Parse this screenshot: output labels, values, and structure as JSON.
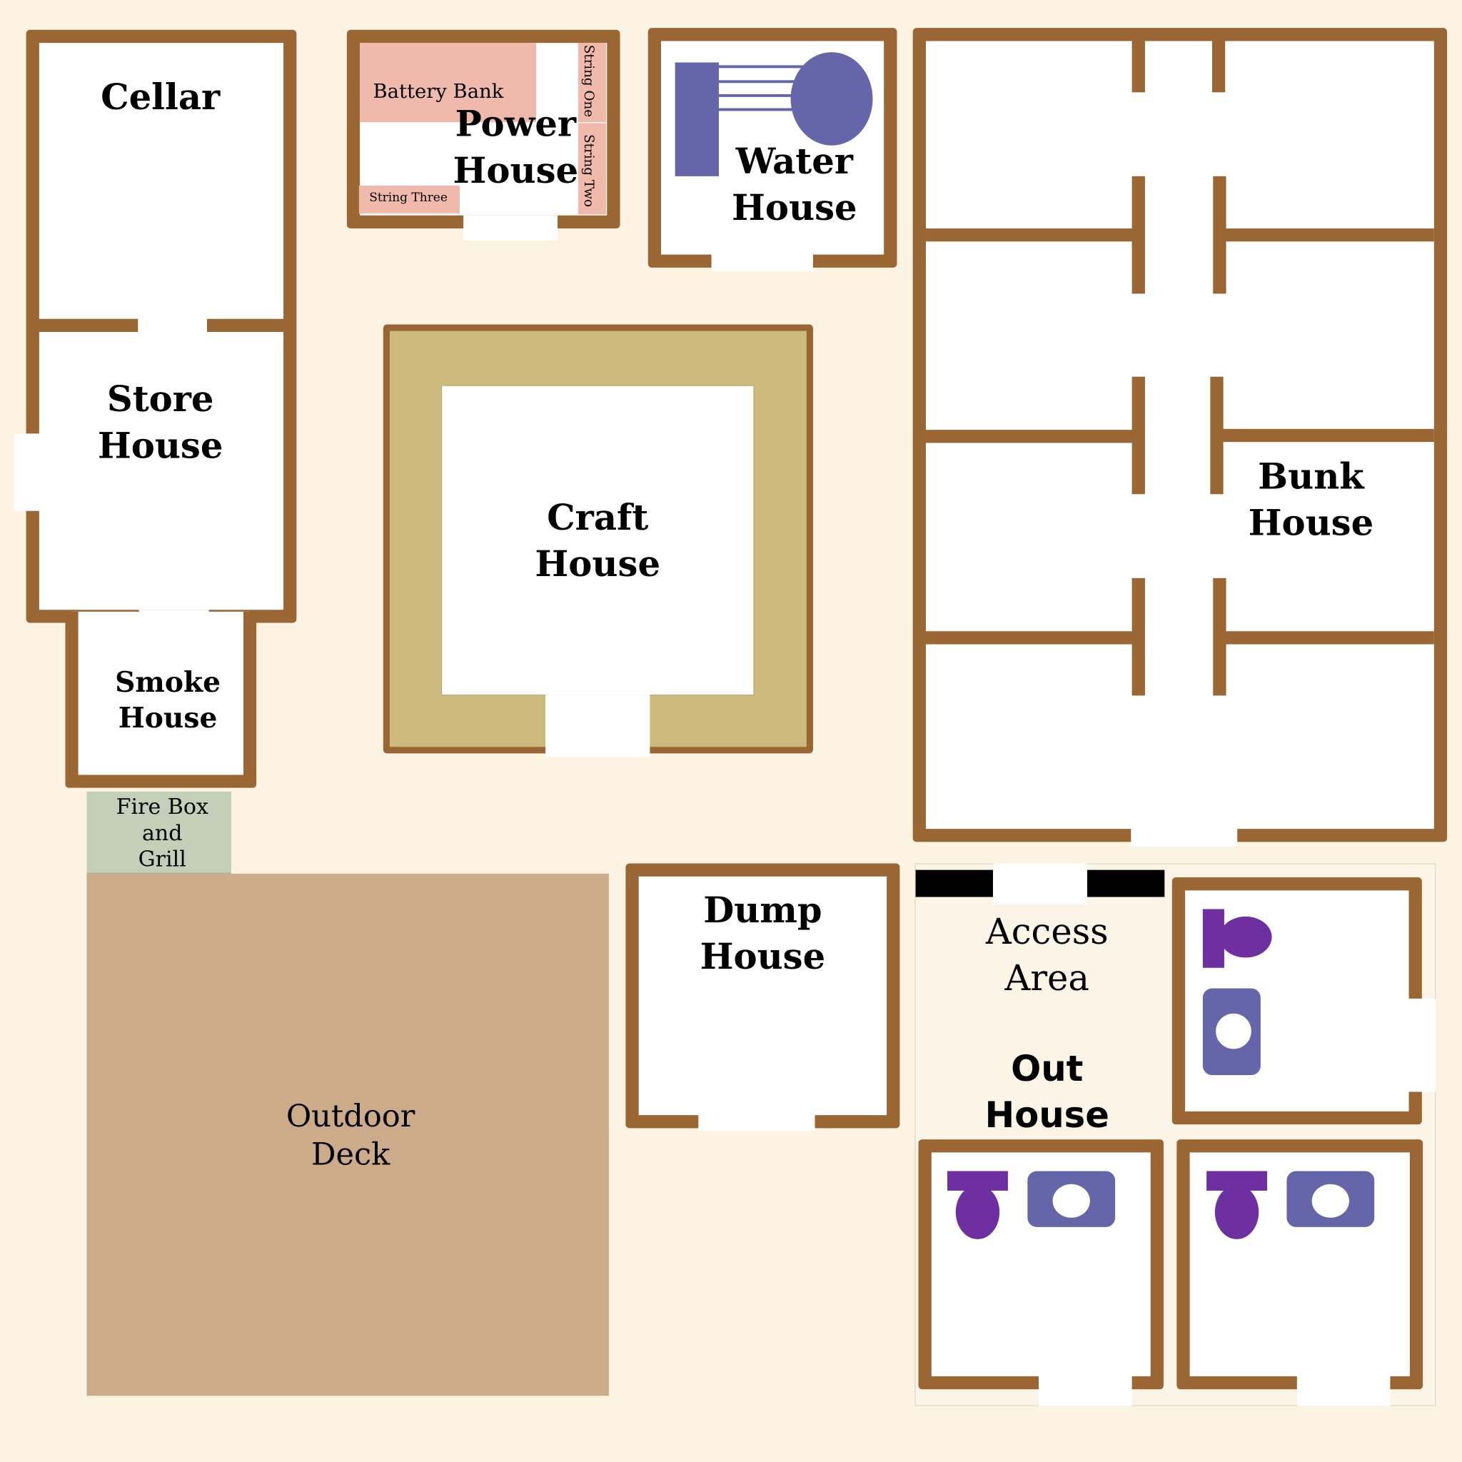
{
  "title": "Camp Floor Plan",
  "colors": {
    "wall": "#9a6633",
    "background": "#fdf3e3",
    "deck": "#cbab8a",
    "firebox": "#c4cfba",
    "craft_border": "#cdbb7e",
    "toilet": "#6e2fa0",
    "sink": "#6566aa",
    "battery": "#efb9ab"
  },
  "buildings": {
    "cellar": {
      "label": "Cellar"
    },
    "store_house": {
      "label": "Store\nHouse"
    },
    "smoke_house": {
      "label": "Smoke\nHouse"
    },
    "fire_box": {
      "label": "Fire Box\nand\nGrill"
    },
    "outdoor_deck": {
      "label": "Outdoor\nDeck"
    },
    "power_house": {
      "label": "Power\nHouse",
      "battery_bank": "Battery Bank",
      "string_one": "String One",
      "string_two": "String Two",
      "string_three": "String Three"
    },
    "water_house": {
      "label": "Water\nHouse"
    },
    "craft_house": {
      "label": "Craft\nHouse"
    },
    "bunk_house": {
      "label": "Bunk\nHouse"
    },
    "dump_house": {
      "label": "Dump\nHouse"
    },
    "access_area": {
      "label": "Access\nArea"
    },
    "out_house": {
      "label": "Out\nHouse"
    }
  }
}
